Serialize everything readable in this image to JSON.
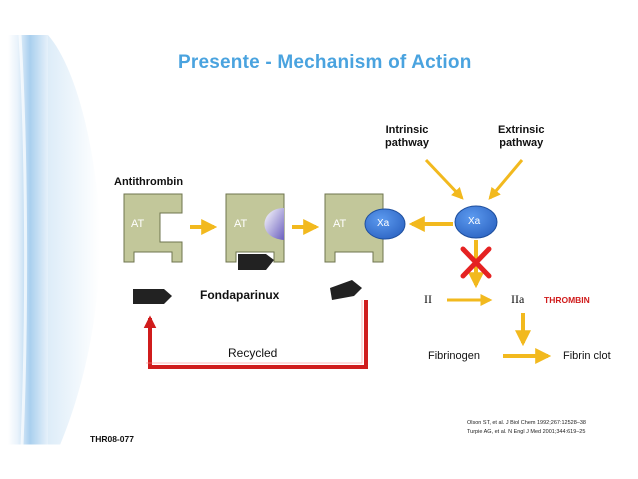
{
  "title": "Presente - Mechanism of Action",
  "antithrombin_label": "Antithrombin",
  "at_label": "AT",
  "xa_label": "Xa",
  "intrinsic_pathway": "Intrinsic\npathway",
  "extrinsic_pathway": "Extrinsic\npathway",
  "fondaparinux_label": "Fondaparinux",
  "recycled_label": "Recycled",
  "factor_ii": "II",
  "factor_iia": "IIa",
  "thrombin_label": "THROMBIN",
  "fibrinogen_label": "Fibrinogen",
  "fibrin_clot_label": "Fibrin clot",
  "slide_id": "THR08-077",
  "citation_1": "Olson ST, et al. J Biol Chem 1992;267:12528–38",
  "citation_2": "Turpie AG, et al. N Engl J Med 2001;344:619–25",
  "colors": {
    "title": "#4aa3df",
    "at_block": "#c2c79a",
    "xa": "#3a78d8",
    "arrow": "#f2b91e",
    "recycle": "#d01c1c",
    "thrombin": "#d01c1c",
    "cross": "#e52222"
  }
}
